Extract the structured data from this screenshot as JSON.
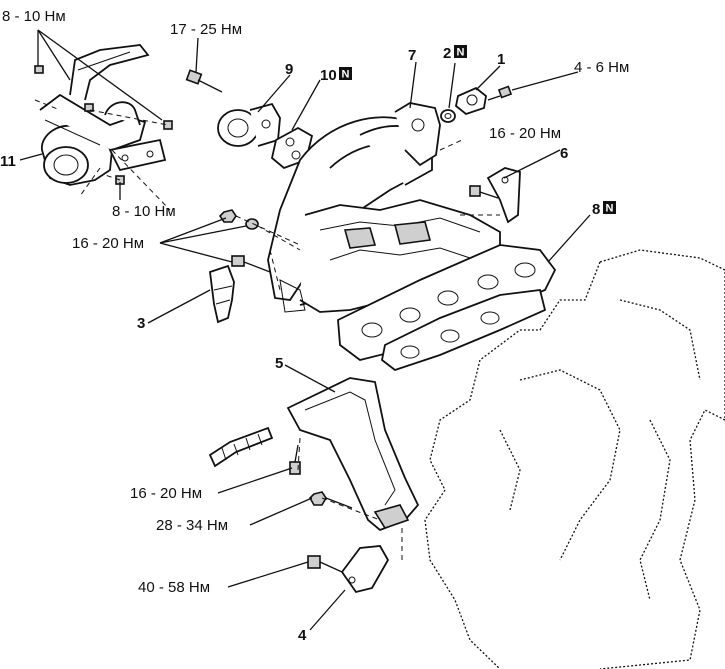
{
  "torque_labels": {
    "t1": "8 - 10 Нм",
    "t2": "17 - 25 Нм",
    "t3": "4 - 6 Нм",
    "t4": "16 - 20 Нм",
    "t5": "8 - 10 Нм",
    "t6": "16 - 20 Нм",
    "t7": "16 - 20 Нм",
    "t8": "28 - 34 Нм",
    "t9": "40 - 58 Нм"
  },
  "callouts": {
    "c1": "1",
    "c2": "2",
    "c3": "3",
    "c4": "4",
    "c5": "5",
    "c6": "6",
    "c7": "7",
    "c8": "8",
    "c9": "9",
    "c10": "10",
    "c11": "11"
  },
  "replace_marker": "N"
}
